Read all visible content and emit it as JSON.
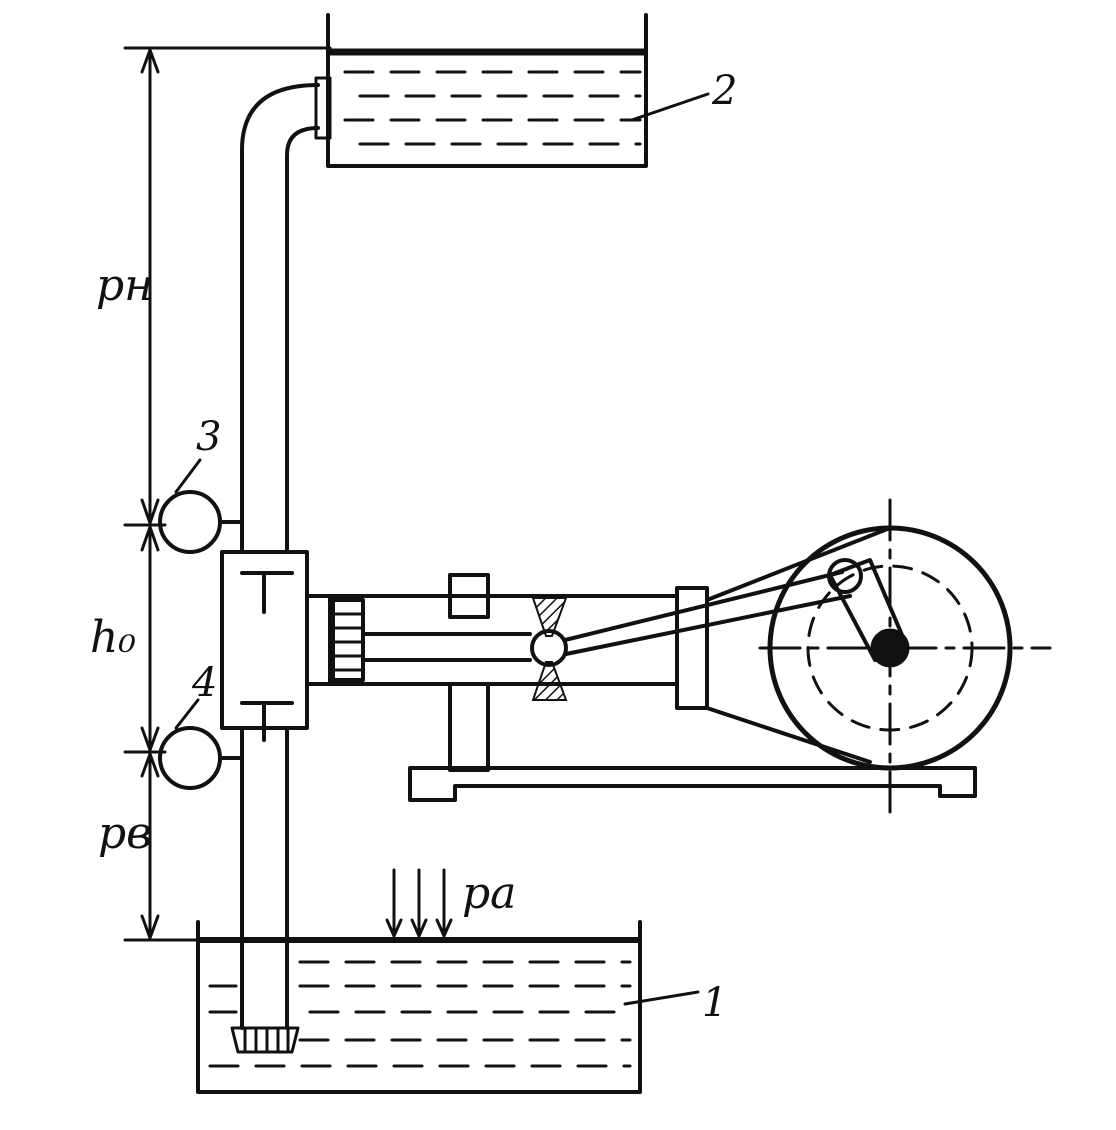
{
  "colors": {
    "ink": "#111111",
    "paper": "#ffffff"
  },
  "labels": {
    "p_discharge": "pн",
    "p_suction": "pв",
    "h0": "h₀",
    "p_atm": "pa",
    "tank_lower": "1",
    "tank_upper": "2",
    "gauge_discharge": "3",
    "gauge_suction": "4"
  }
}
